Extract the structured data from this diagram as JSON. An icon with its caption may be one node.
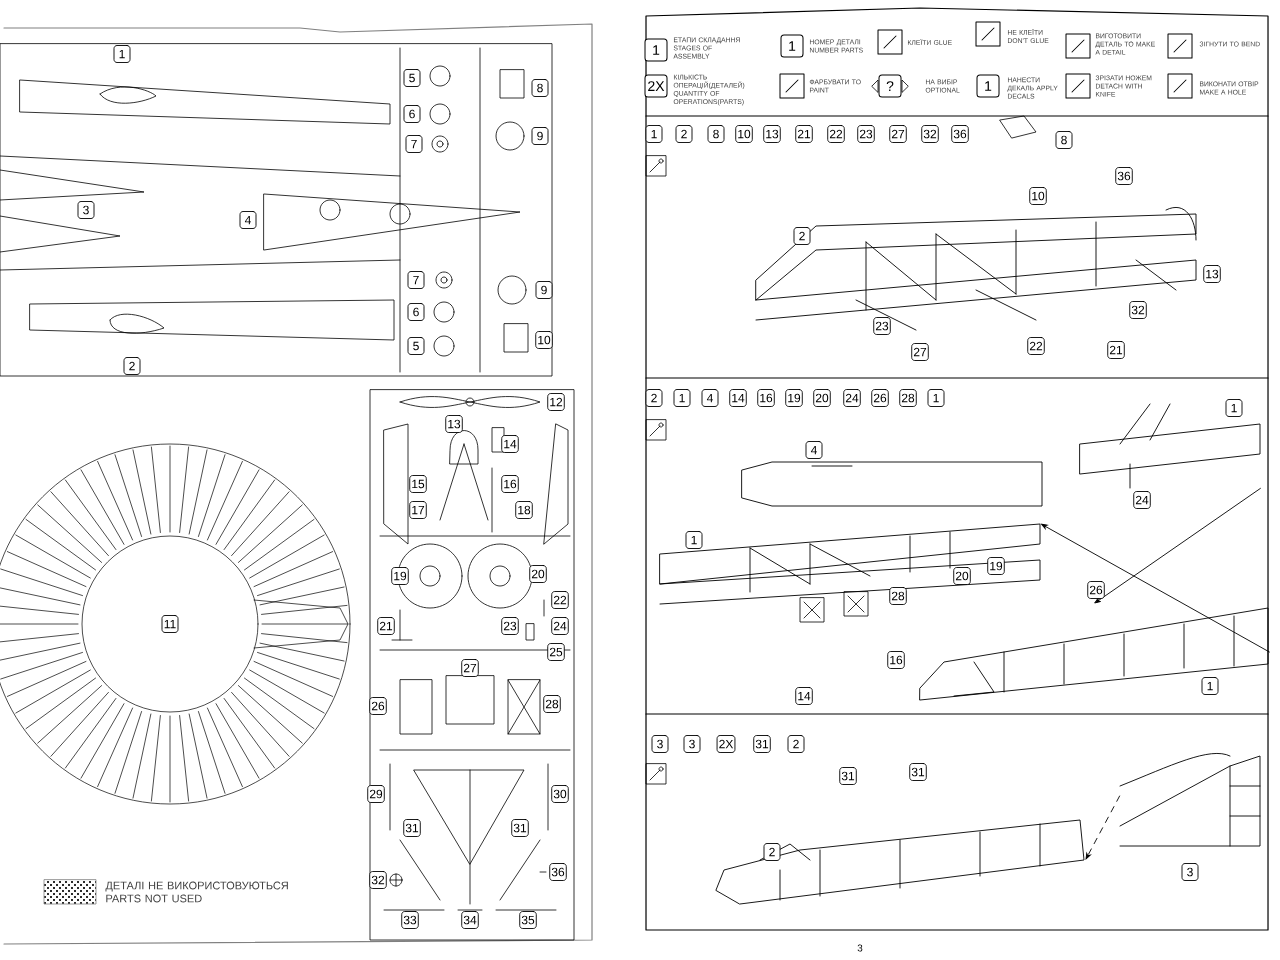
{
  "diagram": {
    "nodes": [
      {
        "text": [],
        "shape": "picture"
      },
      {
        "text": [],
        "shape": "picture"
      },
      {
        "text": [],
        "shape": "picture"
      },
      {
        "text": [],
        "shape": "picture"
      },
      {
        "text": [],
        "shape": "picture"
      },
      {
        "text": [],
        "shape": "picture"
      },
      {
        "text": [],
        "shape": "picture"
      }
    ],
    "edges": [
      {
        "from": 3,
        "to": 4,
        "arrow": "to"
      },
      {
        "from": 4,
        "to": 2,
        "arrow": "to"
      },
      {
        "from": 6,
        "to": 5,
        "arrow": "to",
        "style": "dashed"
      }
    ],
    "labels": [
      "1",
      "5",
      "8",
      "6",
      "9",
      "7",
      "3",
      "4",
      "7",
      "9",
      "6",
      "10",
      "5",
      "2",
      "12",
      "13",
      "14",
      "15",
      "16",
      "17",
      "18",
      "19",
      "20",
      "22",
      "11",
      "21",
      "23",
      "24",
      "25",
      "27",
      "26",
      "28",
      "29",
      "30",
      "31",
      "31",
      "36",
      "32",
      "33",
      "34",
      "35",
      "1",
      "1",
      "2X",
      "?",
      "1",
      "1",
      "2",
      "8",
      "10",
      "13",
      "21",
      "22",
      "23",
      "27",
      "32",
      "36",
      "8",
      "36",
      "10",
      "2",
      "13",
      "32",
      "23",
      "27",
      "22",
      "21",
      "2",
      "1",
      "4",
      "14",
      "16",
      "19",
      "20",
      "24",
      "26",
      "28",
      "1",
      "1",
      "4",
      "24",
      "1",
      "19",
      "20",
      "26",
      "28",
      "16",
      "1",
      "14",
      "3",
      "3",
      "2X",
      "31",
      "2",
      "31",
      "31",
      "2",
      "3",
      "3"
    ],
    "legend": [
      {
        "text": "ЕТАПИ СКЛАДАННЯ STAGES OF ASSEMBLY"
      },
      {
        "text": "НОМЕР ДЕТАЛІ NUMBER PARTS"
      },
      {
        "text": "КЛЕЇТИ GLUE"
      },
      {
        "text": "НЕ КЛЕЇТИ DON'T GLUE"
      },
      {
        "text": "ВИГОТОВИТИ ДЕТАЛЬ TO MAKE A DETAIL"
      },
      {
        "text": "ЗІГНУТИ TO BEND"
      },
      {
        "text": "КІЛЬКІСТЬ ОПЕРАЦІЙ(ДЕТАЛЕЙ) QUANTITY OF OPERATIONS(PARTS)"
      },
      {
        "text": "ФАРБУВАТИ TO PAINT"
      },
      {
        "text": "НА ВИБІР OPTIONAL"
      },
      {
        "text": "НАНЕСТИ ДЕКАЛЬ APPLY DECALS"
      },
      {
        "text": "ЗРІЗАТИ НОЖЕМ DETACH WITH KNIFE"
      },
      {
        "text": "ВИКОНАТИ ОТВІР MAKE A HOLE"
      },
      {
        "text": "ДЕТАЛІ НЕ ВИКОРИСТОВУЮТЬСЯ PARTS NOT USED"
      }
    ]
  }
}
